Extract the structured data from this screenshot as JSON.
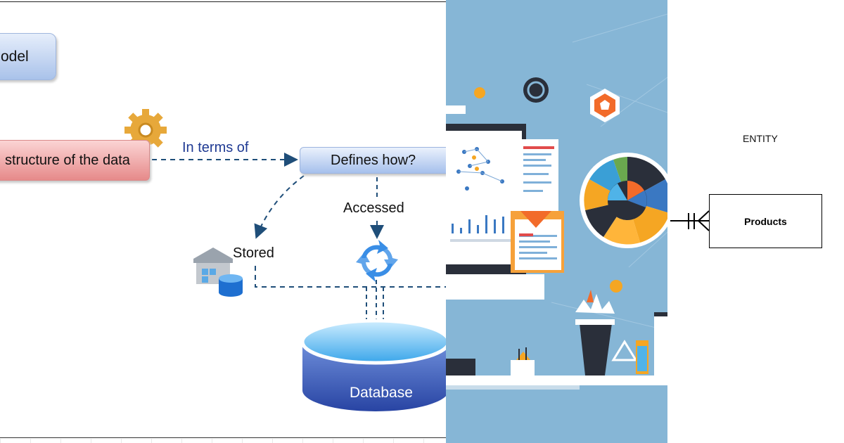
{
  "diagram": {
    "node_model": "odel",
    "node_structure": "structure of the data",
    "node_defines": "Defines how?",
    "edge_in_terms_of": "In terms of",
    "edge_accessed": "Accessed",
    "edge_stored": "Stored",
    "node_database": "Database",
    "icons": [
      "gear-icon",
      "refresh-cycle-icon",
      "warehouse-icon",
      "storage-cylinder-icon"
    ],
    "colors": {
      "structure_node": "#e68a8a",
      "blue_nodes": "#a9c2ea",
      "edge_dash": "#1f4e79",
      "in_terms_of_text": "#1f3a93",
      "database": "#2f56b5"
    }
  },
  "illustration": {
    "icons": [
      "monitor-icon",
      "pie-chart-icon",
      "hexagon-badge-icon",
      "ring-badge-icon",
      "document-icon",
      "plant-pot-icon"
    ],
    "colors": {
      "background": "#86b6d6",
      "accent_orange": "#f5a623",
      "dark": "#2a2f3a"
    }
  },
  "er": {
    "entity_caption": "ENTITY",
    "entity_name": "Products",
    "relationship_icon": "crows-foot-one-to-many-icon"
  }
}
